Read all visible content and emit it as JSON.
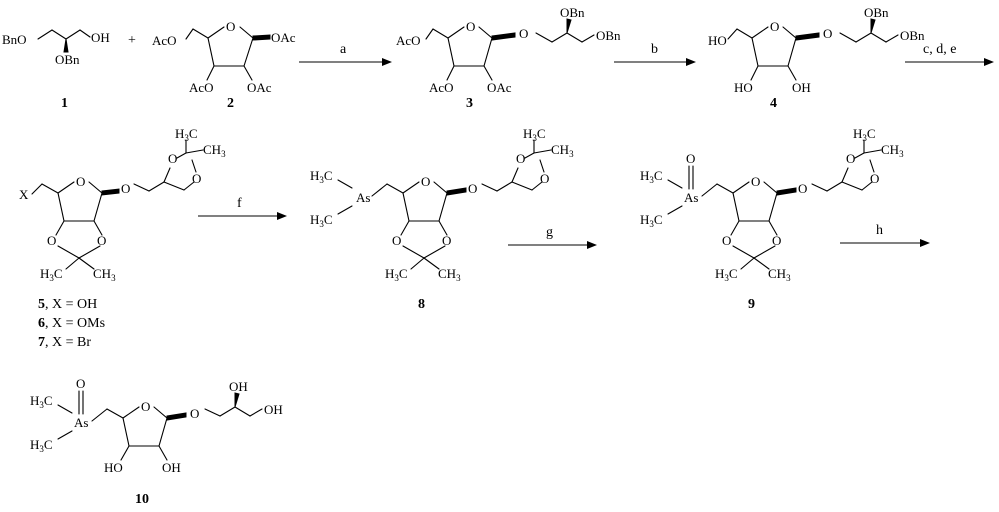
{
  "diagram": {
    "plus": "+",
    "compounds": {
      "c1": {
        "number": "1",
        "labels": {
          "bno": "BnO",
          "oh": "OH",
          "obn": "OBn"
        }
      },
      "c2": {
        "number": "2",
        "labels": {
          "aco_top": "AcO",
          "oac_anom": "OAc",
          "aco_3": "AcO",
          "oac_2": "OAc"
        }
      },
      "c3": {
        "number": "3",
        "labels": {
          "aco_top": "AcO",
          "aco_3": "AcO",
          "oac_2": "OAc",
          "o_link": "O",
          "obn_top": "OBn",
          "obn_end": "OBn"
        }
      },
      "c4": {
        "number": "4",
        "labels": {
          "ho_top": "HO",
          "ho_3": "HO",
          "oh_2": "OH",
          "o_link": "O",
          "obn_top": "OBn",
          "obn_end": "OBn"
        }
      },
      "c5": {
        "labels": {
          "x": "X",
          "o_link": "O"
        },
        "captions": [
          {
            "num": "5",
            "text": ", X = OH"
          },
          {
            "num": "6",
            "text": ", X = OMs"
          },
          {
            "num": "7",
            "text": ", X = Br"
          }
        ]
      },
      "c8": {
        "number": "8",
        "labels": {
          "as": "As",
          "o_link": "O"
        }
      },
      "c9": {
        "number": "9",
        "labels": {
          "as": "As",
          "oxo": "O",
          "o_link": "O"
        }
      },
      "c10": {
        "number": "10",
        "labels": {
          "as": "As",
          "oxo": "O",
          "o_link": "O",
          "oh_top": "OH",
          "oh_end": "OH",
          "ho_3": "HO",
          "oh_2": "OH"
        }
      }
    },
    "ring_o": "O",
    "methyl": {
      "main": "H",
      "sub": "3",
      "c": "C"
    },
    "reagents": [
      "a",
      "b",
      "c, d, e",
      "f",
      "g",
      "h"
    ]
  }
}
